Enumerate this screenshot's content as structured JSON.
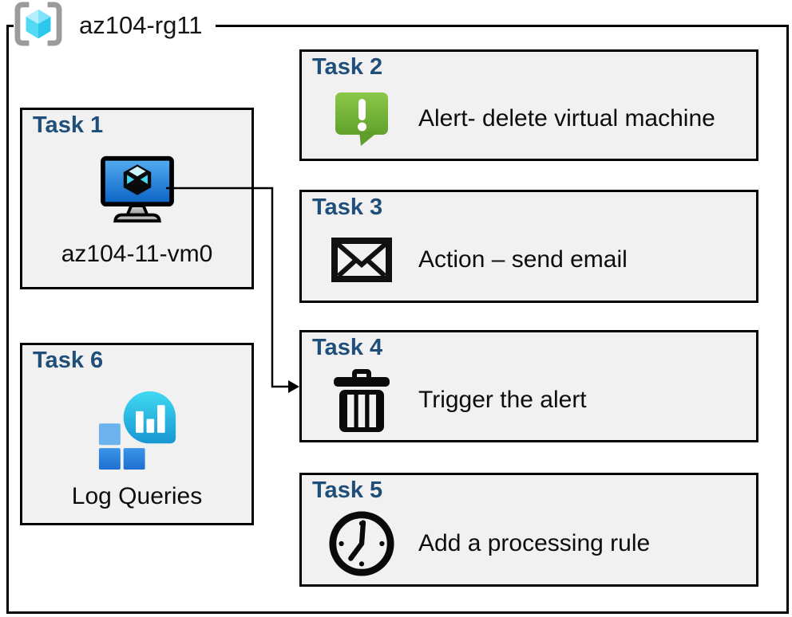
{
  "group": {
    "name": "az104-rg11",
    "icon": "resource-group-icon"
  },
  "tasks": [
    {
      "title": "Task 1",
      "label": "az104-11-vm0",
      "icon": "virtual-machine-icon"
    },
    {
      "title": "Task 2",
      "label": "Alert- delete virtual machine",
      "icon": "alert-icon"
    },
    {
      "title": "Task 3",
      "label": "Action – send email",
      "icon": "email-icon"
    },
    {
      "title": "Task 4",
      "label": "Trigger the alert",
      "icon": "trash-icon"
    },
    {
      "title": "Task 5",
      "label": "Add a processing rule",
      "icon": "clock-icon"
    },
    {
      "title": "Task 6",
      "label": "Log Queries",
      "icon": "log-analytics-icon"
    }
  ],
  "connector": {
    "from": "Task 1",
    "to": "Task 4"
  },
  "colors": {
    "task_title_blue": "#1f4e79",
    "box_fill": "#f1f1f1",
    "border_black": "#000000",
    "alert_green_top": "#8bc848",
    "alert_green_bottom": "#61a12c",
    "vm_screen_blue_top": "#55aef2",
    "vm_screen_blue_bottom": "#0b62c4",
    "log_bubble_teal_top": "#3fd9f2",
    "log_bubble_teal_bottom": "#1897d2",
    "log_square_blue": "#2f8ce2",
    "rg_cube_cyan": "#50e6ff",
    "rg_bracket_gray": "#9b9b9b"
  }
}
